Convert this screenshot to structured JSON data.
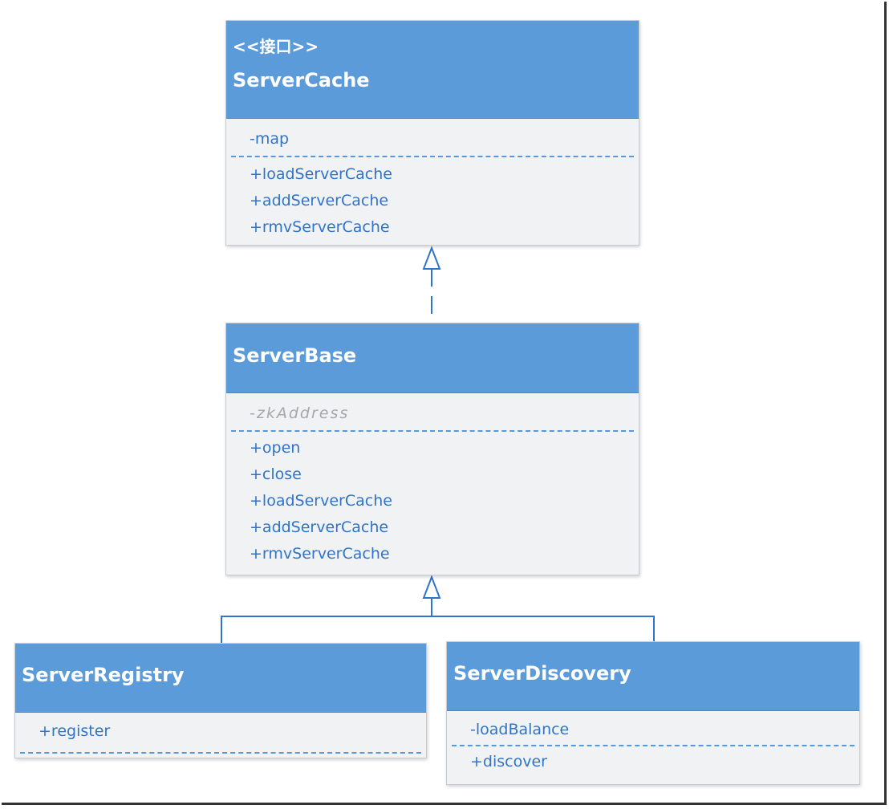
{
  "server_cache": {
    "stereotype": "<<接口>>",
    "name": "ServerCache",
    "attributes": [
      "-map"
    ],
    "methods": [
      "+loadServerCache",
      "+addServerCache",
      "+rmvServerCache"
    ]
  },
  "server_base": {
    "name": "ServerBase",
    "attributes": [
      "-zkAddress"
    ],
    "methods": [
      "+open",
      "+close",
      "+loadServerCache",
      "+addServerCache",
      "+rmvServerCache"
    ]
  },
  "server_registry": {
    "name": "ServerRegistry",
    "methods": [
      "+register"
    ]
  },
  "server_discovery": {
    "name": "ServerDiscovery",
    "attributes": [
      "-loadBalance"
    ],
    "methods": [
      "+discover"
    ]
  },
  "colors": {
    "header": "#5b9bd9",
    "body": "#f1f2f4",
    "text": "#2f74c9",
    "line": "#2f74c9"
  }
}
